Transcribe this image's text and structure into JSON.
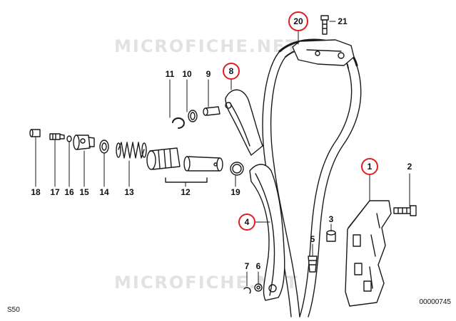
{
  "diagram": {
    "watermark": "MICROFICHE.NET",
    "figure_code": "S50",
    "drawing_number": "00000745",
    "highlight_color": "#e01e24",
    "line_color": "#1a1a1a",
    "callouts": [
      {
        "id": "c1",
        "label": "1",
        "part": "chain guide rail",
        "circled": true
      },
      {
        "id": "c2",
        "label": "2",
        "part": "rail mounting bolt",
        "circled": false
      },
      {
        "id": "c3",
        "label": "3",
        "part": "spacer sleeve",
        "circled": false
      },
      {
        "id": "c4",
        "label": "4",
        "part": "tensioner rail",
        "circled": true
      },
      {
        "id": "c5",
        "label": "5",
        "part": "pivot pin",
        "circled": false
      },
      {
        "id": "c6",
        "label": "6",
        "part": "washer",
        "circled": false
      },
      {
        "id": "c7",
        "label": "7",
        "part": "circlip",
        "circled": false
      },
      {
        "id": "c8",
        "label": "8",
        "part": "upper guide rail",
        "circled": true
      },
      {
        "id": "c9",
        "label": "9",
        "part": "pin",
        "circled": false
      },
      {
        "id": "c10",
        "label": "10",
        "part": "o-ring",
        "circled": false
      },
      {
        "id": "c11",
        "label": "11",
        "part": "circlip",
        "circled": false
      },
      {
        "id": "c12",
        "label": "12",
        "part": "tensioner piston set",
        "circled": false
      },
      {
        "id": "c13",
        "label": "13",
        "part": "compression spring",
        "circled": false
      },
      {
        "id": "c14",
        "label": "14",
        "part": "gasket ring",
        "circled": false
      },
      {
        "id": "c15",
        "label": "15",
        "part": "screw plug",
        "circled": false
      },
      {
        "id": "c16",
        "label": "16",
        "part": "seal ring",
        "circled": false
      },
      {
        "id": "c17",
        "label": "17",
        "part": "bleed screw",
        "circled": false
      },
      {
        "id": "c18",
        "label": "18",
        "part": "plug",
        "circled": false
      },
      {
        "id": "c19",
        "label": "19",
        "part": "gasket",
        "circled": false
      },
      {
        "id": "c20",
        "label": "20",
        "part": "timing chain",
        "circled": true
      },
      {
        "id": "c21",
        "label": "21",
        "part": "bolt",
        "circled": false
      }
    ]
  }
}
